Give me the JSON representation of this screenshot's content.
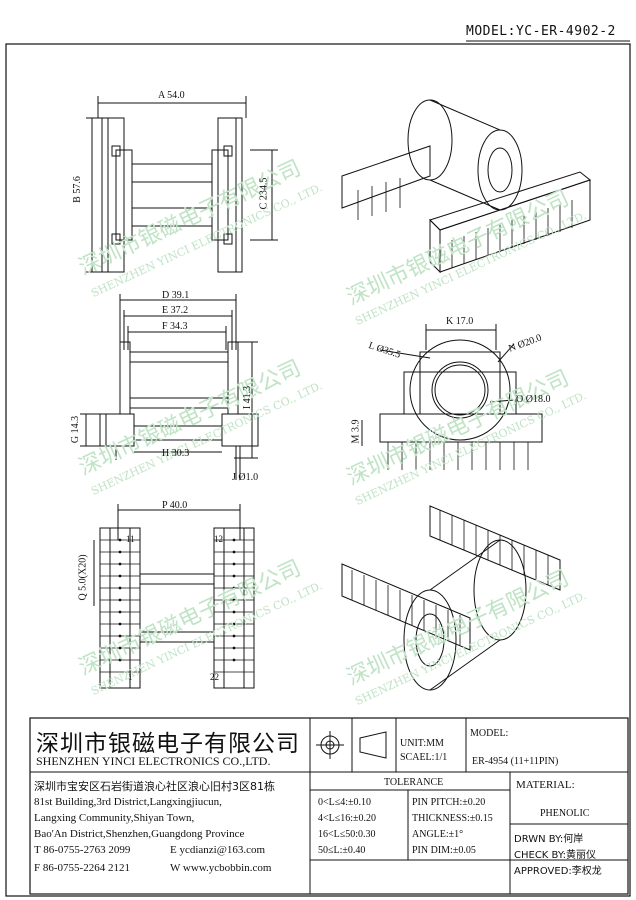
{
  "header": {
    "model": "MODEL:YC-ER-4902-2"
  },
  "watermark": {
    "cn": "深圳市银磁电子有限公司",
    "en": "SHENZHEN YINCI ELECTRONICS CO., LTD."
  },
  "dims": {
    "A": "A 54.0",
    "B": "B 57.6",
    "C": "C 234.5",
    "D": "D 39.1",
    "E": "E 37.2",
    "F": "F 34.3",
    "G": "G 14.3",
    "H": "H 30.3",
    "I": "I 41.3",
    "J": "J Ø1.0",
    "K": "K 17.0",
    "L": "L Ø35.5",
    "M": "M 3.9",
    "N": "N Ø20.0",
    "O": "O Ø18.0",
    "P": "P 40.0",
    "Q": "Q 5.0(X20)"
  },
  "pins": {
    "p11": "11",
    "p12": "12",
    "p1": "1",
    "p22": "22"
  },
  "titleblock": {
    "company_cn": "深圳市银磁电子有限公司",
    "company_en": "SHENZHEN YINCI ELECTRONICS CO.,LTD.",
    "address_lines": [
      "深圳市宝安区石岩街道浪心社区浪心旧村3区81栋",
      "81st Building,3rd District,Langxingjiucun,",
      "Langxing Community,Shiyan Town,",
      "Bao'An District,Shenzhen,Guangdong Province"
    ],
    "tel": "T 86-0755-2763 2099",
    "email": "E ycdianzi@163.com",
    "fax": "F 86-0755-2264 2121",
    "web": "W www.ycbobbin.com",
    "unit": "UNIT:MM",
    "scale": "SCAEL:1/1",
    "model_label": "MODEL:",
    "model_value": "ER-4954 (11+11PIN)",
    "tolerance_title": "TOLERANCE",
    "tol_left": [
      "0<L≤4:±0.10",
      "4<L≤16:±0.20",
      "16<L≤50:0.30",
      "50≤L:±0.40"
    ],
    "tol_right": [
      "PIN PITCH:±0.20",
      "THICKNESS:±0.15",
      "ANGLE:±1°",
      "PIN DIM:±0.05"
    ],
    "material_label": "MATERIAL:",
    "material_value": "PHENOLIC",
    "drawn": "DRWN BY:何岸",
    "check": "CHECK BY:黄丽仪",
    "approved": "APPROVED:李权龙"
  }
}
